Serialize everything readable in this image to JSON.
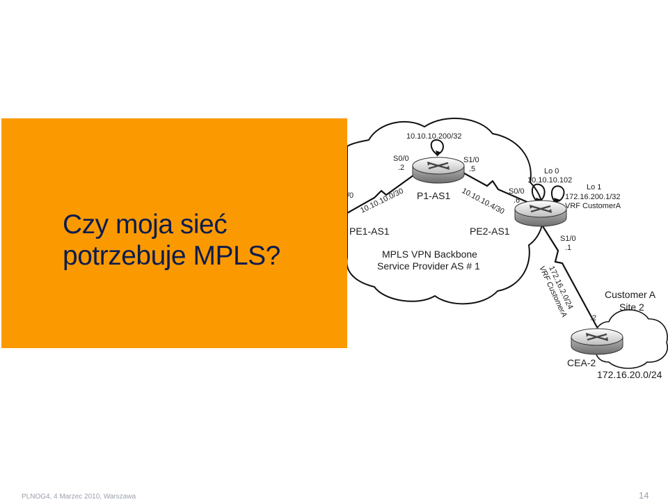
{
  "slide": {
    "title_line1": "Czy moja sieć",
    "title_line2": "potrzebuje MPLS?",
    "footer": "PLNOG4, 4 Marzec 2010, Warszawa",
    "page_number": "14",
    "accent_color": "#fb9a00",
    "title_color": "#0d1c4e"
  },
  "diagram": {
    "backbone_line1": "MPLS VPN Backbone",
    "backbone_line2": "Service Provider AS # 1",
    "p1": {
      "name": "P1-AS1",
      "loopback": "10.10.10.200/32",
      "s00_label": "S0/0",
      "s00_host": ".2",
      "s10_label": "S1/0",
      "s10_host": ".5"
    },
    "pe1": {
      "name": "PE1-AS1",
      "partial_if": "/0"
    },
    "pe2": {
      "name": "PE2-AS1",
      "s00_label": "S0/0",
      "s00_host": ".6",
      "lo0_label": "Lo 0",
      "lo0_ip": "10.10.10.102",
      "lo1_label": "Lo 1",
      "lo1_ip": "172.16.200.1/32",
      "lo1_vrf": "VRF CustomerA",
      "s10_label": "S1/0",
      "s10_host": ".1"
    },
    "links": {
      "pe1_p1": "10.10.10.0/30",
      "p1_pe2": "10.10.10.4/30",
      "pe2_cea2_net": "172.16.2.0/24",
      "pe2_cea2_vrf": "VRF CustomerA"
    },
    "customer": {
      "name_line1": "Customer A",
      "name_line2": "Site 2",
      "cea2_host": ".2",
      "cea2_name": "CEA-2",
      "lan": "172.16.20.0/24"
    }
  }
}
